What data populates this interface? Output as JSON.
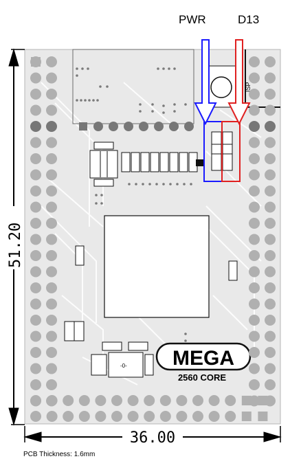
{
  "labels": {
    "pwr": "PWR",
    "d13": "D13",
    "isp": "ISP",
    "mega": "MEGA",
    "core": "2560  CORE",
    "cap": "-0-"
  },
  "dimensions": {
    "height": "51.20",
    "width": "36.00",
    "thickness": "PCB Thickness: 1.6mm"
  },
  "colors": {
    "pwr_arrow": "#1a1aff",
    "d13_arrow": "#e02020",
    "board": "#e9e9e9",
    "pad": "#b0b0b0"
  }
}
